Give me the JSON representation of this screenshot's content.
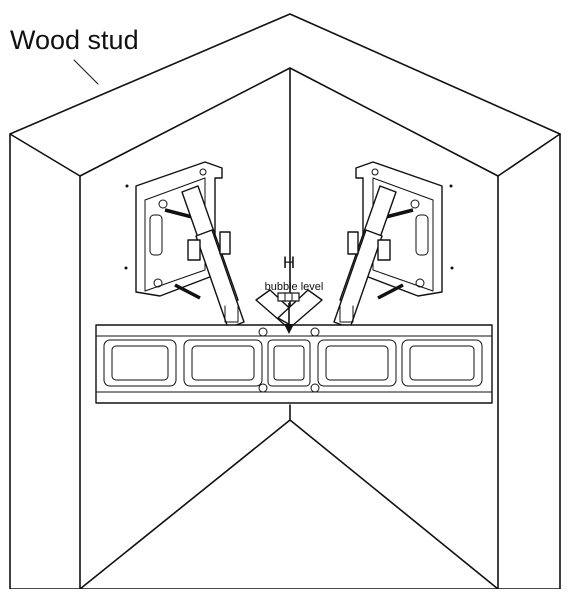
{
  "labels": {
    "wood_stud": "Wood stud",
    "h_mark": "H",
    "bubble_level": "bubble level"
  },
  "icons": [
    "bubble-level-icon",
    "lag-screw-icon",
    "arrow-down-icon"
  ]
}
